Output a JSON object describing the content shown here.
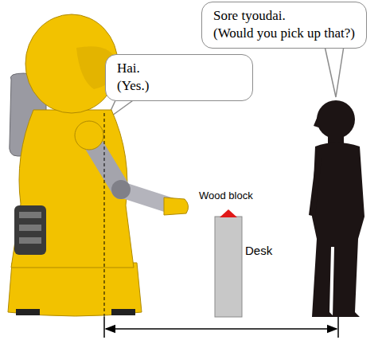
{
  "diagram": {
    "nodes": [
      {
        "text": [
          "Sore tyoudai.",
          "(Would you pick up that?)"
        ]
      },
      {
        "text": [
          "Hai.",
          "(Yes.)"
        ]
      }
    ],
    "labels": [
      "Wood block",
      "Desk"
    ]
  }
}
